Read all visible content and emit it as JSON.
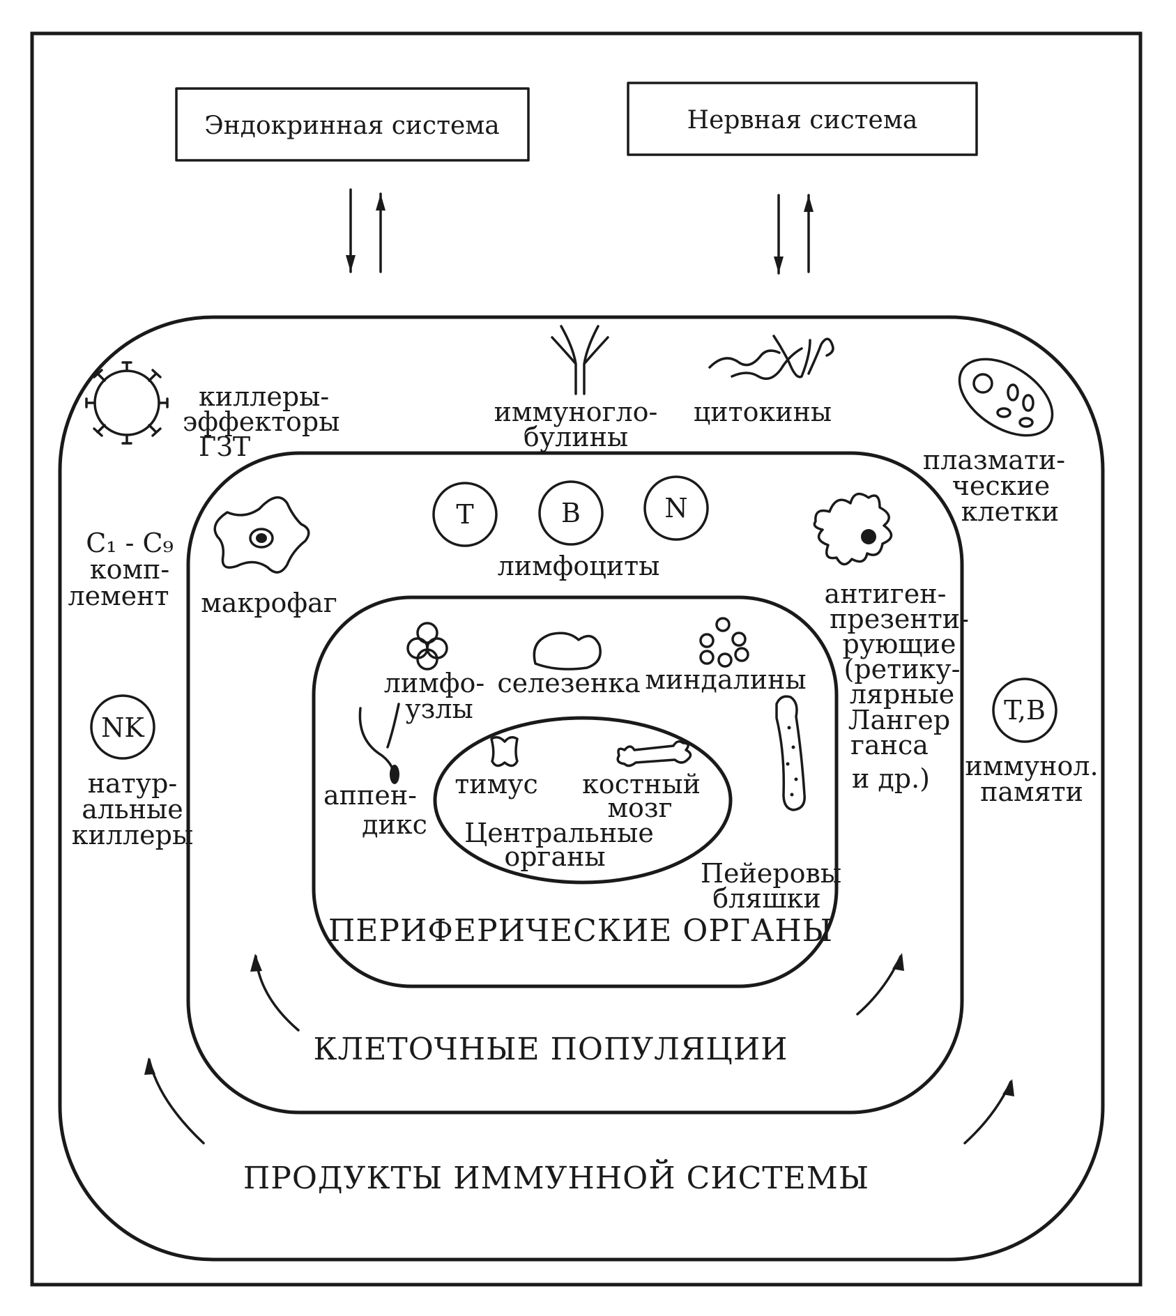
{
  "top_boxes": {
    "endocrine": "Эндокринная система",
    "nervous": "Нервная система"
  },
  "products_layer": {
    "killers_effectors": [
      "киллеры-",
      "эффекторы",
      "ГЗТ"
    ],
    "immunoglobulins": [
      "иммуногло-",
      "булины"
    ],
    "cytokines": "цитокины",
    "plasma_cells": [
      "плазмати-",
      "ческие",
      "клетки"
    ],
    "complement": [
      "C₁ - C₉",
      "комп-",
      "лемент"
    ],
    "nk_symbol": "NK",
    "natural_killers": [
      "натур-",
      "альные",
      "киллеры"
    ],
    "memory_symbol": "T,B",
    "memory_cells": [
      "иммунол.",
      "памяти"
    ],
    "title": "ПРОДУКТЫ ИММУННОЙ СИСТЕМЫ"
  },
  "cell_layer": {
    "t_symbol": "T",
    "b_symbol": "B",
    "n_symbol": "N",
    "lymphocytes": "лимфоциты",
    "macrophage": "макрофаг",
    "apc": [
      "антиген-",
      "презенти-",
      "рующие",
      "(ретику-",
      "лярные",
      "Лангер",
      "ганса",
      "и др.)"
    ],
    "title": "КЛЕТОЧНЫЕ ПОПУЛЯЦИИ"
  },
  "peripheral_layer": {
    "lymph_nodes": [
      "лимфо-",
      "узлы"
    ],
    "spleen": "селезенка",
    "tonsils": "миндалины",
    "appendix": [
      "аппен-",
      "дикс"
    ],
    "peyer": [
      "Пейеровы",
      "бляшки"
    ],
    "title": "ПЕРИФЕРИЧЕСКИЕ ОРГАНЫ"
  },
  "central_layer": {
    "thymus": "тимус",
    "bone_marrow": [
      "костный",
      "мозг"
    ],
    "title": [
      "Центральные",
      "органы"
    ]
  },
  "colors": {
    "ink": "#1a1a1a",
    "paper": "#ffffff"
  }
}
